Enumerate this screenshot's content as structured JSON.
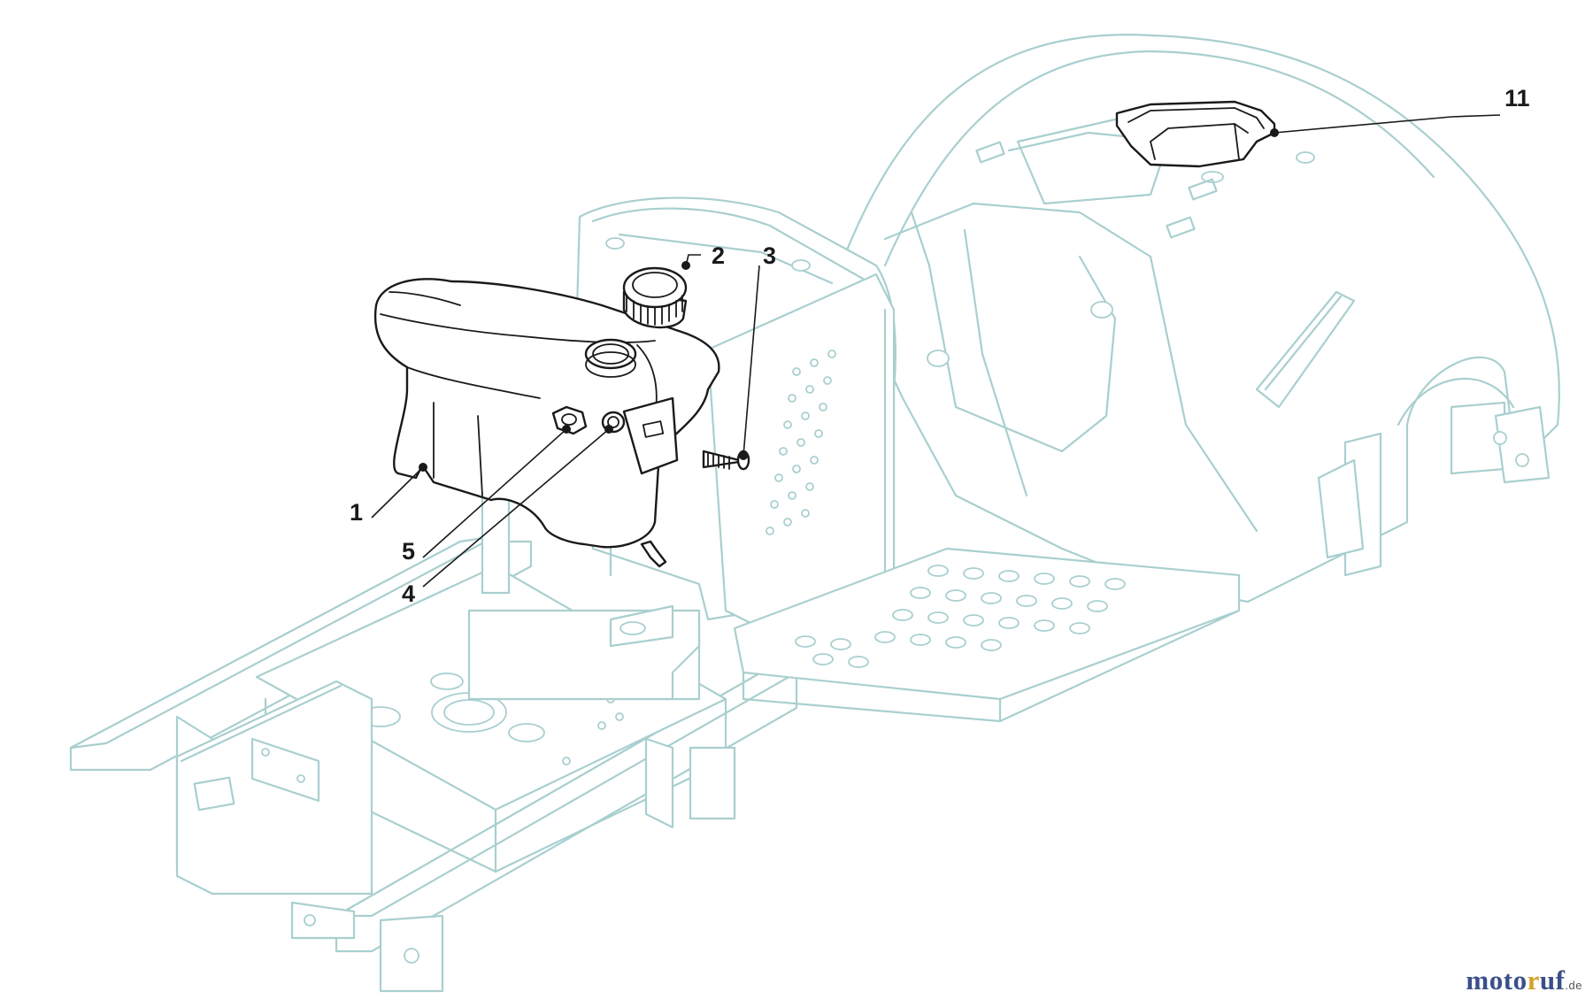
{
  "diagram": {
    "callouts": [
      {
        "id": "1",
        "label": "1"
      },
      {
        "id": "2",
        "label": "2"
      },
      {
        "id": "3",
        "label": "3"
      },
      {
        "id": "4",
        "label": "4"
      },
      {
        "id": "5",
        "label": "5"
      },
      {
        "id": "11",
        "label": "11"
      }
    ],
    "colors": {
      "background": "#ffffff",
      "frame_outline": "#a9cfcf",
      "highlighted_part": "#1a1a1a",
      "callout_text": "#1a1a1a"
    }
  },
  "watermark": {
    "part_a": "moto",
    "part_b": "r",
    "part_c": "uf",
    "tld": ".de",
    "colors": {
      "primary": "#3a4f8a",
      "accent": "#d2a32a"
    }
  }
}
